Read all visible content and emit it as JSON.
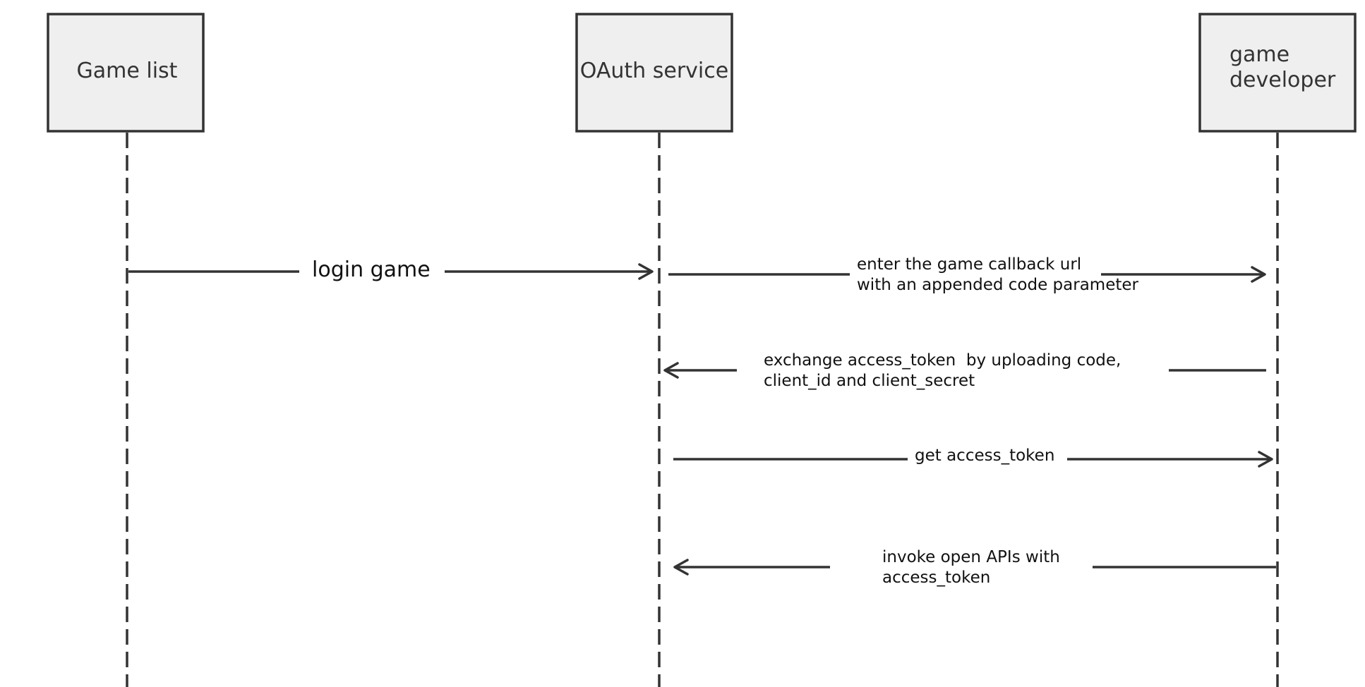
{
  "participants": [
    {
      "id": "game-list",
      "lines": [
        "Game list"
      ]
    },
    {
      "id": "oauth-service",
      "lines": [
        "OAuth service"
      ]
    },
    {
      "id": "game-developer",
      "lines": [
        "game",
        "developer"
      ]
    }
  ],
  "messages": [
    {
      "id": "login-game",
      "from": "game-list",
      "to": "oauth-service",
      "lines": [
        "login game"
      ]
    },
    {
      "id": "callback",
      "from": "oauth-service",
      "to": "game-developer",
      "lines": [
        "enter the game callback url",
        "with an appended code parameter"
      ]
    },
    {
      "id": "exchange-token",
      "from": "game-developer",
      "to": "oauth-service",
      "lines": [
        "exchange access_token  by uploading code,",
        "client_id and client_secret"
      ]
    },
    {
      "id": "get-token",
      "from": "oauth-service",
      "to": "game-developer",
      "lines": [
        "get access_token"
      ]
    },
    {
      "id": "invoke-apis",
      "from": "game-developer",
      "to": "oauth-service",
      "lines": [
        "invoke open APIs with",
        "access_token"
      ]
    }
  ],
  "colors": {
    "stroke": "#333333",
    "box_fill": "#efefef",
    "background": "#ffffff"
  }
}
